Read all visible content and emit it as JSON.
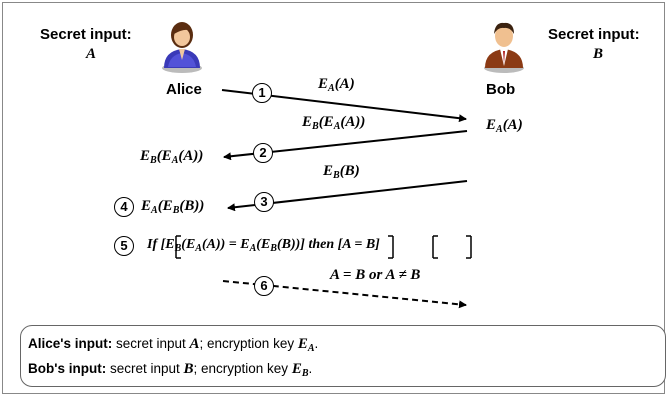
{
  "alice": {
    "secret_label": "Secret input:",
    "secret_var": "A",
    "name": "Alice"
  },
  "bob": {
    "secret_label": "Secret input:",
    "secret_var": "B",
    "name": "Bob",
    "received": "E_A(A)"
  },
  "steps": [
    {
      "num": "1",
      "message": "E_A(A)"
    },
    {
      "num": "2",
      "message": "E_B(E_A(A))",
      "alice_result": "E_B(E_A(A))"
    },
    {
      "num": "3",
      "message": "E_B(B)"
    },
    {
      "num": "4",
      "alice_result": "E_A(E_B(B))"
    },
    {
      "num": "5",
      "condition": "If [E_B(E_A(A)) = E_A(E_B(B))] then [A = B]"
    },
    {
      "num": "6",
      "message": "A = B or A ≠ B"
    }
  ],
  "legend": {
    "alice_label": "Alice's input:",
    "alice_text_1": " secret input ",
    "alice_var": "A",
    "alice_text_2": "; encryption key ",
    "alice_key": "E_A",
    "bob_label": "Bob's input:",
    "bob_text_1": " secret input ",
    "bob_var": "B",
    "bob_text_2": "; encryption key ",
    "bob_key": "E_B"
  }
}
